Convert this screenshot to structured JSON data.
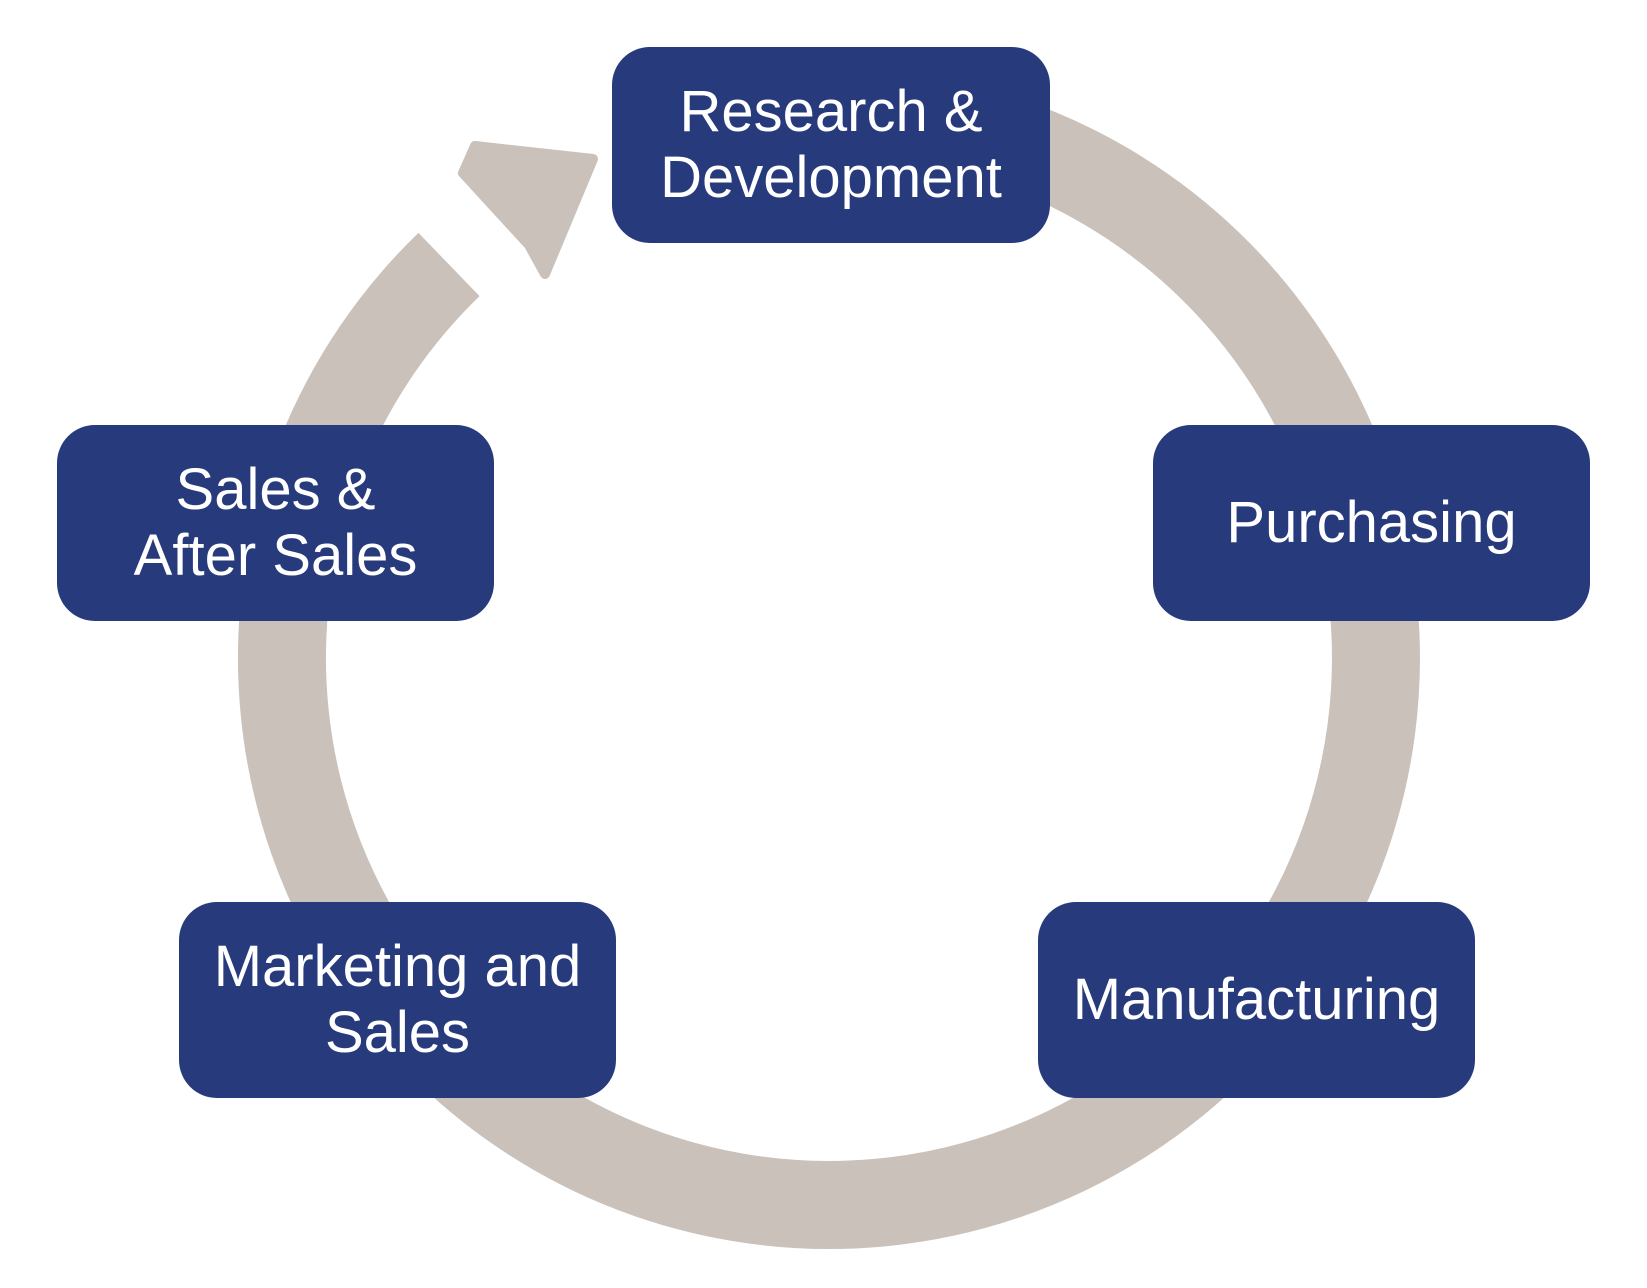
{
  "colors": {
    "box_fill": "#273a7c",
    "box_text": "#ffffff",
    "ring": "#c9c1ba",
    "background": "#ffffff"
  },
  "stages": [
    {
      "id": "rd",
      "label": "Research &\nDevelopment"
    },
    {
      "id": "purch",
      "label": "Purchasing"
    },
    {
      "id": "mfg",
      "label": "Manufacturing"
    },
    {
      "id": "mkt",
      "label": "Marketing and\nSales"
    },
    {
      "id": "sales",
      "label": "Sales &\nAfter Sales"
    }
  ],
  "cycle_direction": "clockwise",
  "arrow_icon": "arrowhead-icon"
}
